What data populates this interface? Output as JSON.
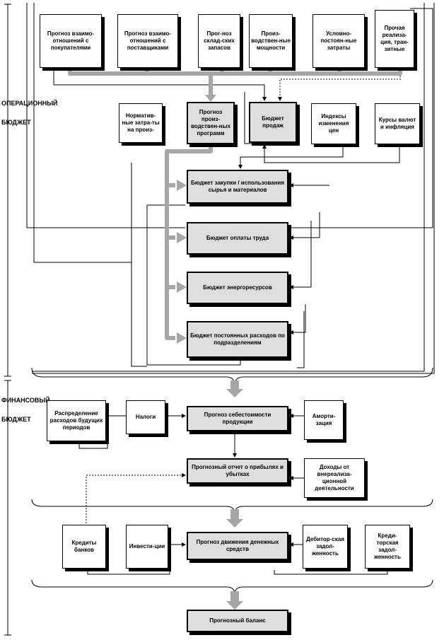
{
  "side_labels": {
    "operational": "ОПЕРАЦИОННЫЙ\n \nБЮДЖЕТ",
    "financial": "ФИНАНСОВЫЙ\n \nБЮДЖЕТ"
  },
  "nodes": {
    "forecast_buyers": "Прогноз взаимо-отношений с покупателями",
    "forecast_suppliers": "Прогноз взаимо-отношений с поставщиками",
    "forecast_stock": "Прог-ноз склад-ских запасов",
    "production_capacity": "Произ-водствен-ные мощности",
    "conditional_fixed_costs": "Условно-постоян-ные затраты",
    "other_sales": "Прочая реализа-ция, тран-зитные",
    "normative_costs": "Норматив-ные затра-ты на произ-",
    "production_forecast": "Прогноз произ-водствен-ных программ",
    "sales_budget": "Бюджет продаж",
    "price_indices": "Индексы изменения цен",
    "exchange_rates": "Курсы валют и инфляция",
    "purchase_budget": "Бюджет закупки / использования сырья и материалов",
    "labor_budget": "Бюджет оплаты труда",
    "energy_budget": "Бюджет энергоресурсов",
    "fixed_costs_budget": "Бюджет постоянных расходов по подразделениям",
    "future_expenses": "Распределение расходов будущих периодов",
    "taxes": "Налоги",
    "cost_forecast": "Прогноз себестоимости продукции",
    "amortization": "Аморти-зация",
    "profit_loss_report": "Прогнозный отчет о прибылях и убытках",
    "non_sales_income": "Доходы от внереализа-ционной деятельности",
    "bank_credits": "Кредиты банков",
    "investments": "Инвести-ции",
    "cash_flow_forecast": "Прогноз движения денежных средств",
    "receivables": "Дебитор-ская задол-женность",
    "payables": "Креди-торская задол-женность",
    "forecast_balance": "Прогнозный баланс"
  },
  "colors": {
    "line": "#000000",
    "thick_arrow": "#a6a6a6",
    "core_box_fill": "#dedede",
    "box_fill": "#ffffff"
  }
}
